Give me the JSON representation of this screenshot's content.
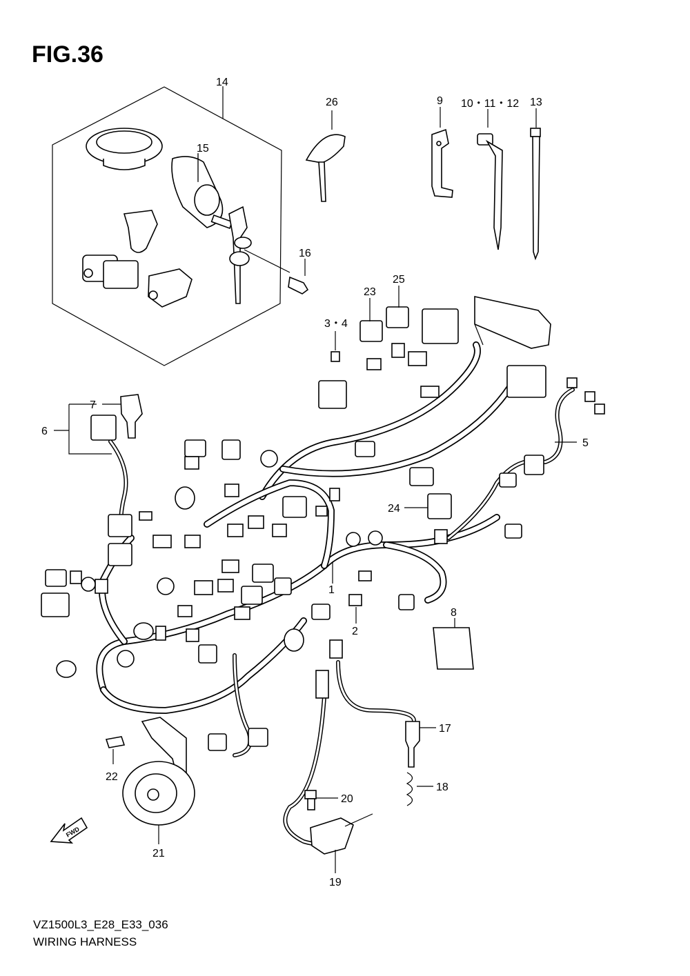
{
  "figure": {
    "title": "FIG.36",
    "model_code": "VZ1500L3_E28_E33_036",
    "section_title": "WIRING HARNESS",
    "fwd_label": "FWD"
  },
  "callouts": {
    "c1": "1",
    "c2": "2",
    "c34": "3・4",
    "c5": "5",
    "c6": "6",
    "c7": "7",
    "c8": "8",
    "c9": "9",
    "c101112": "10・11・12",
    "c13": "13",
    "c14": "14",
    "c15": "15",
    "c16": "16",
    "c17": "17",
    "c18": "18",
    "c19": "19",
    "c20": "20",
    "c21": "21",
    "c22": "22",
    "c23": "23",
    "c24": "24",
    "c25": "25",
    "c26": "26"
  }
}
